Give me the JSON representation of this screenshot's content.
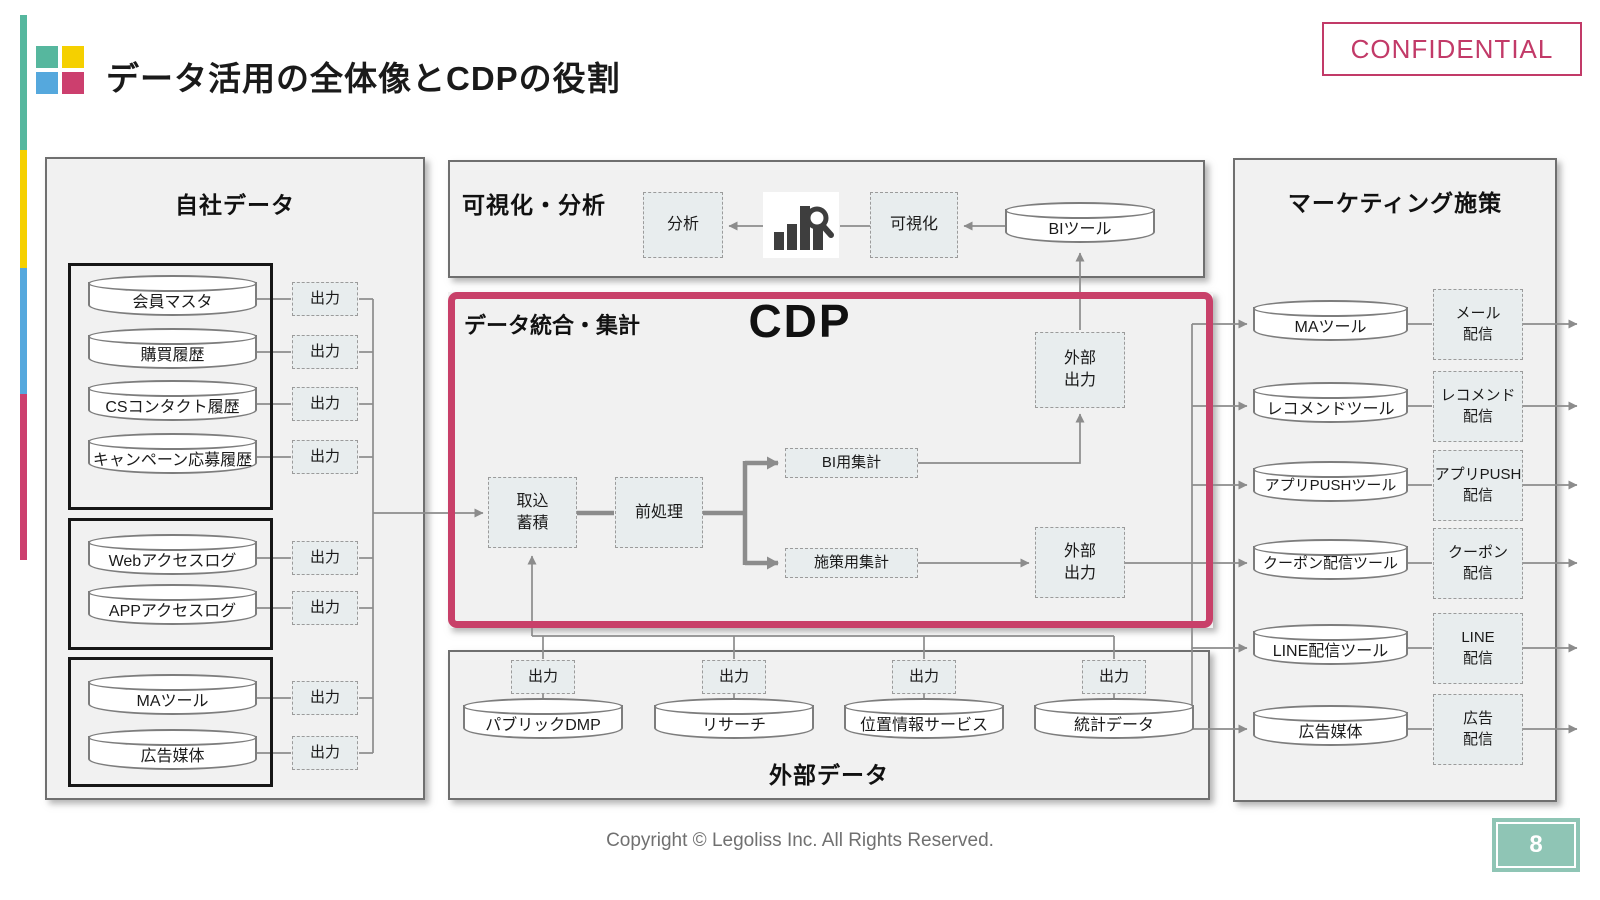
{
  "header": {
    "title": "データ活用の全体像とCDPの役割",
    "confidential": "CONFIDENTIAL"
  },
  "labels": {
    "output": "出力"
  },
  "own_data": {
    "title": "自社データ",
    "rows": [
      "会員マスタ",
      "購買履歴",
      "CSコンタクト履歴",
      "キャンペーン応募履歴",
      "Webアクセスログ",
      "APPアクセスログ",
      "MAツール",
      "広告媒体"
    ]
  },
  "viz": {
    "title": "可視化・分析",
    "analysis": "分析",
    "visualization": "可視化",
    "bi_tool": "BIツール",
    "icon": "bar-chart-magnifier-icon"
  },
  "cdp": {
    "tag": "データ統合・集計",
    "title": "CDP",
    "intake": "取込\n蓄積",
    "preprocess": "前処理",
    "bi_agg": "BI用集計",
    "measure_agg": "施策用集計",
    "ext_out": "外部\n出力"
  },
  "external": {
    "title": "外部データ",
    "rows": [
      "パブリックDMP",
      "リサーチ",
      "位置情報サービス",
      "統計データ"
    ]
  },
  "marketing": {
    "title": "マーケティング施策",
    "tools": [
      "MAツール",
      "レコメンドツール",
      "アプリPUSHツール",
      "クーポン配信ツール",
      "LINE配信ツール",
      "広告媒体"
    ],
    "boxes": [
      "メール\n配信",
      "レコメンド\n配信",
      "アプリPUSH\n配信",
      "クーポン\n配信",
      "LINE\n配信",
      "広告\n配信"
    ]
  },
  "footer": {
    "copyright": "Copyright © Legoliss Inc. All Rights Reserved.",
    "page": "8"
  },
  "colors": {
    "accent_teal": "#56b79e",
    "accent_yellow": "#f5d000",
    "accent_blue": "#55a8dd",
    "accent_pink": "#c84069",
    "confidential": "#c23a68",
    "badge_teal": "#8fc5b5",
    "wire_gray": "#8c8c8c"
  }
}
